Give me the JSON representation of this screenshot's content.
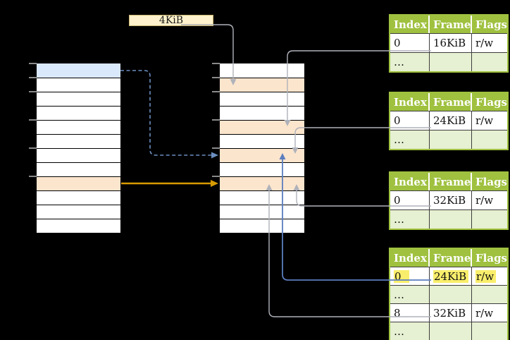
{
  "label": {
    "text": "4KiB"
  },
  "stacks": {
    "left": {
      "rows": 12,
      "row_styles": {
        "0": "row-blue",
        "8": "row-orange"
      },
      "tick_rows": [
        0,
        1,
        2,
        4,
        6,
        8
      ]
    },
    "middle": {
      "rows": 12,
      "row_styles": {
        "1": "row-orange",
        "4": "row-orange",
        "6": "row-orange",
        "8": "row-orange"
      },
      "tick_rows": [
        0,
        1,
        2,
        4,
        6,
        8
      ]
    }
  },
  "page_tables": [
    {
      "headers": [
        "Index",
        "Frame",
        "Flags"
      ],
      "rows": [
        {
          "cells": [
            "0",
            "16KiB",
            "r/w"
          ]
        },
        {
          "cells": [
            "…",
            "",
            ""
          ],
          "shaded": true
        }
      ]
    },
    {
      "headers": [
        "Index",
        "Frame",
        "Flags"
      ],
      "rows": [
        {
          "cells": [
            "0",
            "24KiB",
            "r/w"
          ]
        },
        {
          "cells": [
            "…",
            "",
            ""
          ],
          "shaded": true
        }
      ]
    },
    {
      "headers": [
        "Index",
        "Frame",
        "Flags"
      ],
      "rows": [
        {
          "cells": [
            "0",
            "32KiB",
            "r/w"
          ]
        },
        {
          "cells": [
            "…",
            "",
            ""
          ],
          "shaded": true
        }
      ]
    },
    {
      "headers": [
        "Index",
        "Frame",
        "Flags"
      ],
      "rows": [
        {
          "cells": [
            "0",
            "24KiB",
            "r/w"
          ],
          "highlight": true
        },
        {
          "cells": [
            "…",
            "",
            ""
          ],
          "shaded": true
        },
        {
          "cells": [
            "8",
            "32KiB",
            "r/w"
          ]
        },
        {
          "cells": [
            "…",
            "",
            ""
          ],
          "shaded": true
        }
      ]
    }
  ],
  "colors": {
    "green": "#9FC13F",
    "ltgreen": "#E6F0D2",
    "blue-row": "#DAE8FC",
    "orange-row": "#FCE5CD",
    "hl": "#F9EE6B",
    "label-fill": "#FFF2CC",
    "label-border": "#C9B871",
    "arrow-gray": "#AFB2BA",
    "arrow-blue": "#6C8EBF",
    "arrow-blue-solid": "#5B7EBE",
    "arrow-orange": "#D79B00",
    "tick": "#8A8A8A"
  }
}
